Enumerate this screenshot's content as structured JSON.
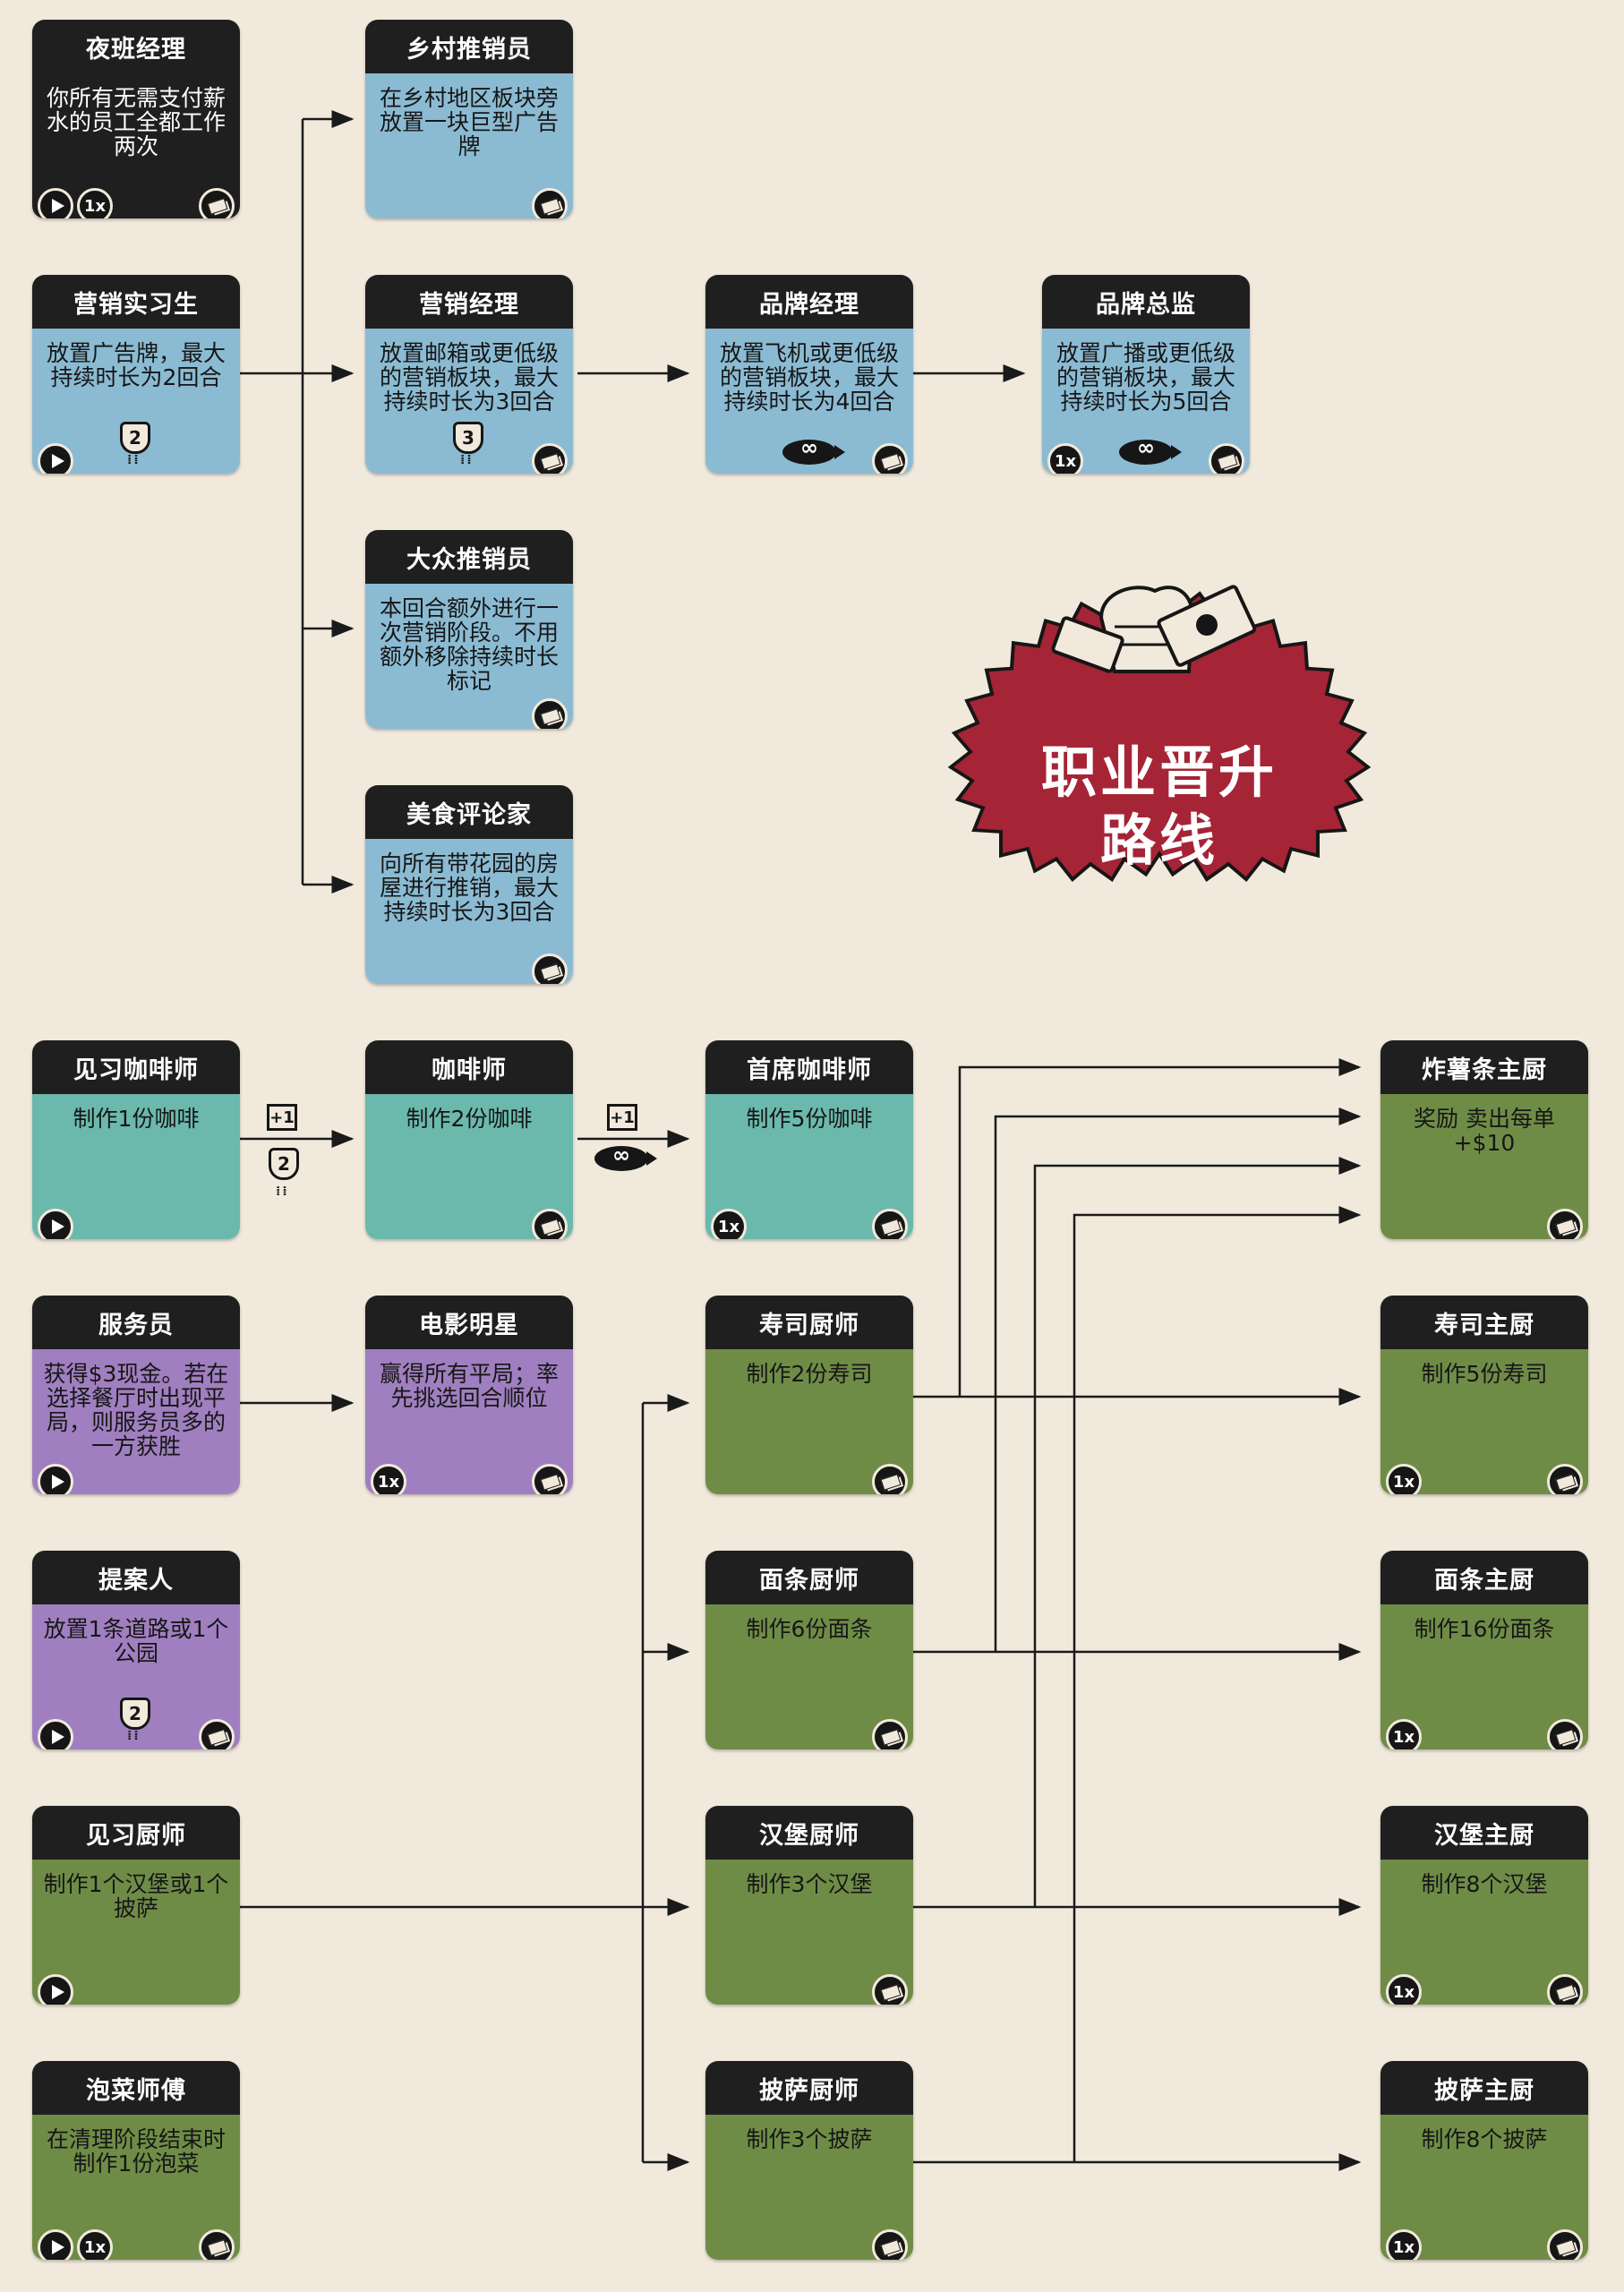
{
  "title": "职业晋升\n路线",
  "cards": {
    "night_manager": {
      "title": "夜班经理",
      "text": "你所有无需支付薪水的员工全都工作两次",
      "once": "1x"
    },
    "rural_marketer": {
      "title": "乡村推销员",
      "text": "在乡村地区板块旁放置一块巨型广告牌"
    },
    "marketing_trainee": {
      "title": "营销实习生",
      "text": "放置广告牌，最大持续时长为2回合",
      "range": "2"
    },
    "marketing_manager": {
      "title": "营销经理",
      "text": "放置邮箱或更低级的营销板块，最大持续时长为3回合",
      "range": "3"
    },
    "brand_manager": {
      "title": "品牌经理",
      "text": "放置飞机或更低级的营销板块，最大持续时长为4回合"
    },
    "brand_director": {
      "title": "品牌总监",
      "text": "放置广播或更低级的营销板块，最大持续时长为5回合",
      "once": "1x"
    },
    "mass_marketer": {
      "title": "大众推销员",
      "text": "本回合额外进行一次营销阶段。不用额外移除持续时长标记"
    },
    "food_critic": {
      "title": "美食评论家",
      "text": "向所有带花园的房屋进行推销，最大持续时长为3回合"
    },
    "trainee_barista": {
      "title": "见习咖啡师",
      "text": "制作1份咖啡"
    },
    "barista": {
      "title": "咖啡师",
      "text": "制作2份咖啡"
    },
    "head_barista": {
      "title": "首席咖啡师",
      "text": "制作5份咖啡",
      "once": "1x"
    },
    "fry_chef": {
      "title": "炸薯条主厨",
      "text": "奖励  卖出每单+$10"
    },
    "waitress": {
      "title": "服务员",
      "text": "获得$3现金。若在选择餐厅时出现平局，则服务员多的一方获胜"
    },
    "movie_star": {
      "title": "电影明星",
      "text": "赢得所有平局；率先挑选回合顺位",
      "once": "1x"
    },
    "sushi_cook": {
      "title": "寿司厨师",
      "text": "制作2份寿司"
    },
    "sushi_chef": {
      "title": "寿司主厨",
      "text": "制作5份寿司",
      "once": "1x"
    },
    "proposer": {
      "title": "提案人",
      "text": "放置1条道路或1个公园",
      "range": "2"
    },
    "noodle_cook": {
      "title": "面条厨师",
      "text": "制作6份面条"
    },
    "noodle_chef": {
      "title": "面条主厨",
      "text": "制作16份面条",
      "once": "1x"
    },
    "kitchen_trainee": {
      "title": "见习厨师",
      "text": "制作1个汉堡或1个披萨"
    },
    "burger_cook": {
      "title": "汉堡厨师",
      "text": "制作3个汉堡"
    },
    "burger_chef": {
      "title": "汉堡主厨",
      "text": "制作8个汉堡",
      "once": "1x"
    },
    "kimchi_master": {
      "title": "泡菜师傅",
      "text": "在清理阶段结束时制作1份泡菜",
      "once": "1x"
    },
    "pizza_cook": {
      "title": "披萨厨师",
      "text": "制作3个披萨"
    },
    "pizza_chef": {
      "title": "披萨主厨",
      "text": "制作8个披萨",
      "once": "1x"
    }
  },
  "connectors": {
    "plus_one": "+1",
    "range_two": "2"
  },
  "colors": {
    "blue": "#8bbbd3",
    "teal": "#6bb9ad",
    "purple": "#a07fc0",
    "green": "#6f8c47",
    "black": "#1f1f1f",
    "badge": "#a52436"
  }
}
